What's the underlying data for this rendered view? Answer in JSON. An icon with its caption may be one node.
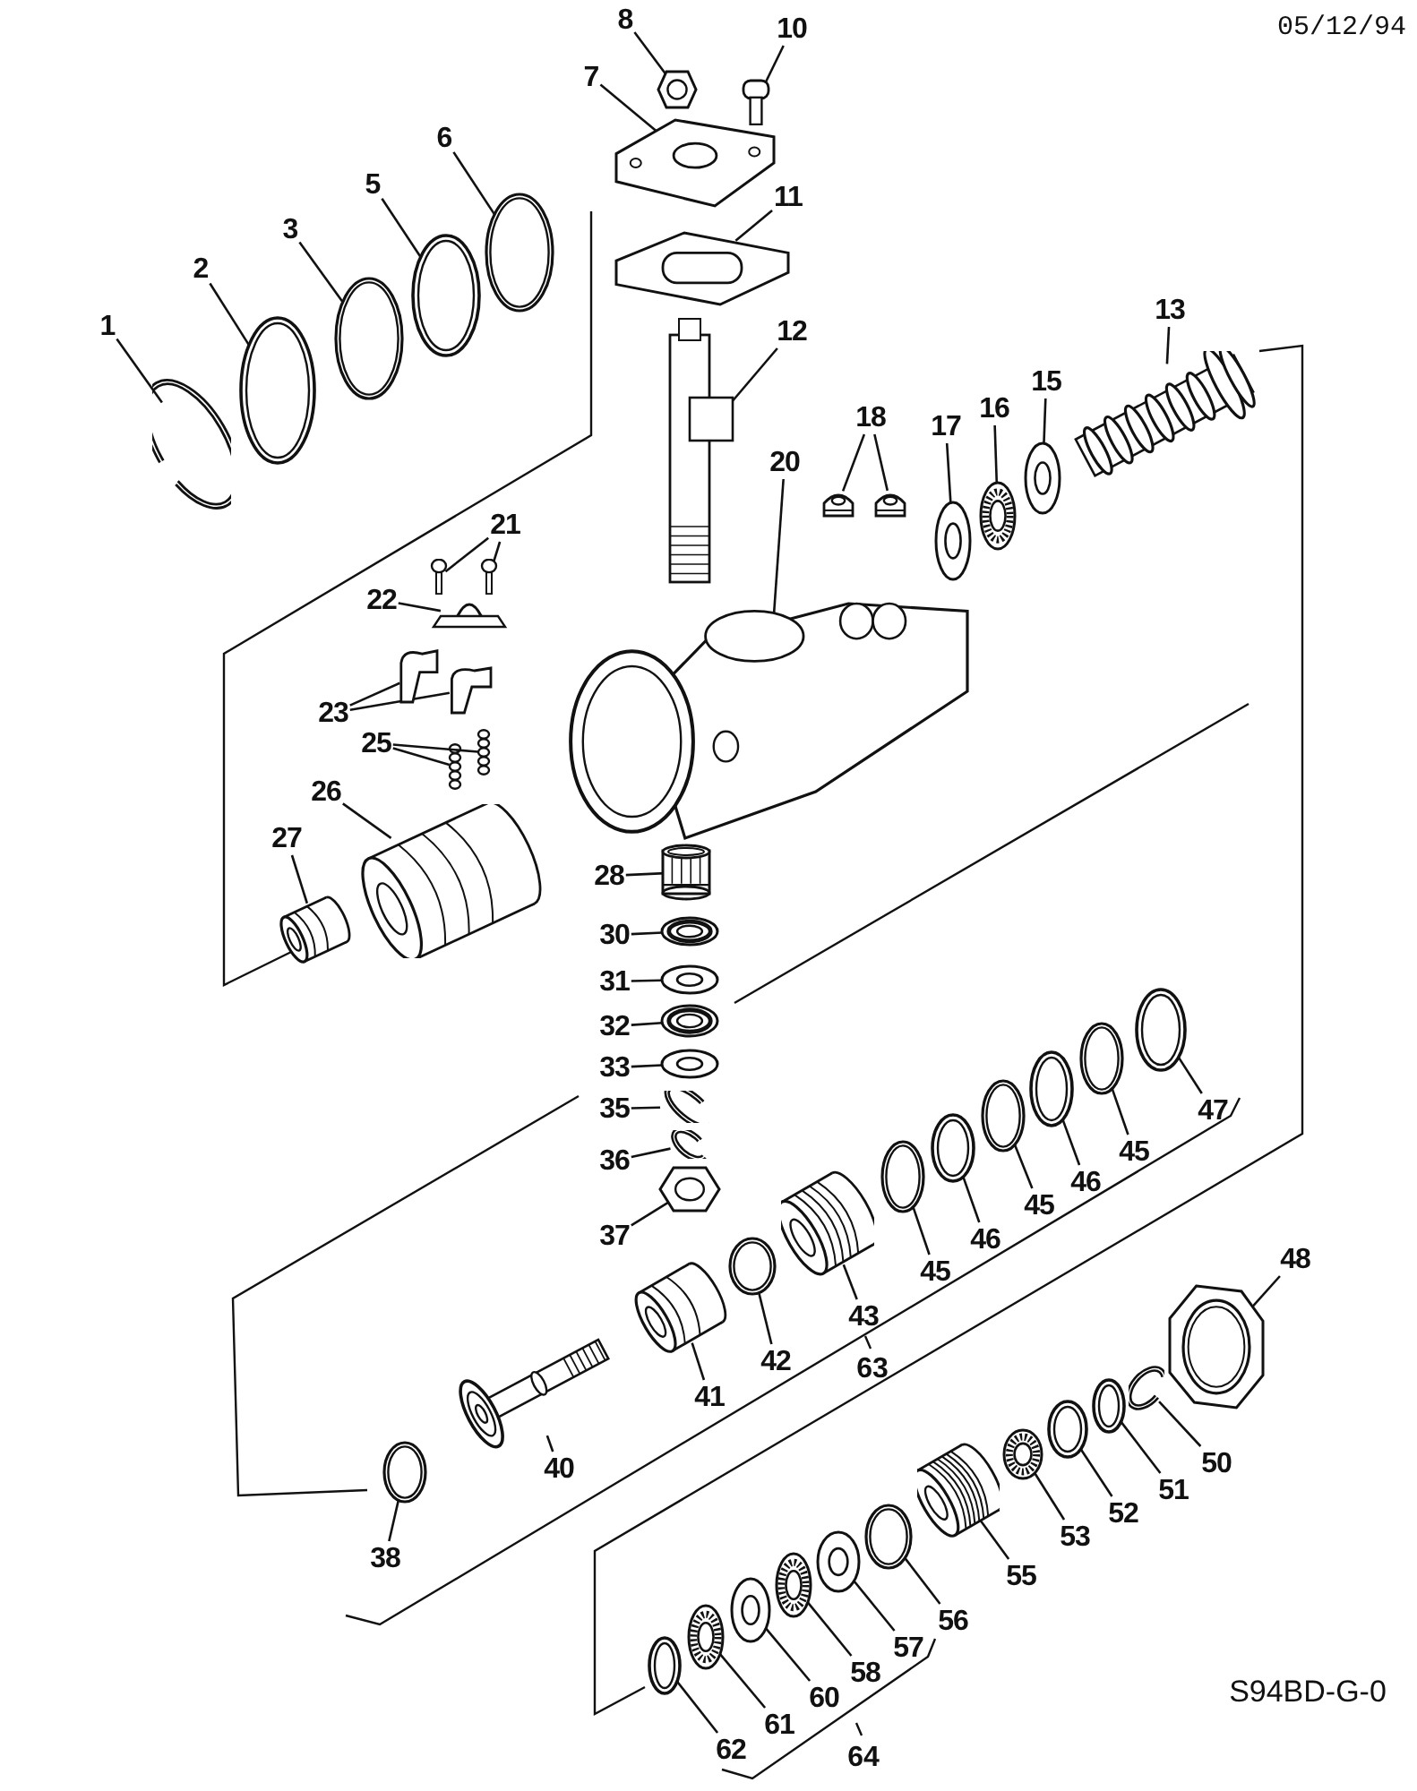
{
  "diagram": {
    "nodes": [
      {
        "text": [
          "1"
        ]
      },
      {
        "text": [],
        "shape": "picture"
      },
      {
        "text": [
          "2"
        ]
      },
      {
        "text": [],
        "shape": "picture"
      },
      {
        "text": [
          "3"
        ]
      },
      {
        "text": [],
        "shape": "picture"
      },
      {
        "text": [
          "5"
        ]
      },
      {
        "text": [],
        "shape": "picture"
      },
      {
        "text": [
          "6"
        ]
      },
      {
        "text": [],
        "shape": "picture"
      },
      {
        "text": [
          "8"
        ]
      },
      {
        "text": [],
        "shape": "picture"
      },
      {
        "text": [
          "10"
        ]
      },
      {
        "text": [],
        "shape": "picture"
      },
      {
        "text": [
          "7"
        ]
      },
      {
        "text": [],
        "shape": "picture"
      },
      {
        "text": [
          "11"
        ]
      },
      {
        "text": [],
        "shape": "picture"
      },
      {
        "text": [
          "12"
        ]
      },
      {
        "text": [],
        "shape": "picture"
      },
      {
        "text": [
          "13"
        ]
      },
      {
        "text": [],
        "shape": "picture"
      },
      {
        "text": [
          "18"
        ]
      },
      {
        "text": [],
        "shape": "picture"
      },
      {
        "text": [],
        "shape": "picture"
      },
      {
        "text": [
          "15"
        ]
      },
      {
        "text": [],
        "shape": "picture"
      },
      {
        "text": [
          "16"
        ]
      },
      {
        "text": [],
        "shape": "picture"
      },
      {
        "text": [
          "17"
        ]
      },
      {
        "text": [],
        "shape": "picture"
      },
      {
        "text": [
          "20"
        ]
      },
      {
        "text": [],
        "shape": "picture"
      },
      {
        "text": [
          "21"
        ]
      },
      {
        "text": [],
        "shape": "picture"
      },
      {
        "text": [],
        "shape": "picture"
      },
      {
        "text": [
          "22"
        ]
      },
      {
        "text": [],
        "shape": "picture"
      },
      {
        "text": [
          "23"
        ]
      },
      {
        "text": [],
        "shape": "picture"
      },
      {
        "text": [],
        "shape": "picture"
      },
      {
        "text": [
          "25"
        ]
      },
      {
        "text": [],
        "shape": "picture"
      },
      {
        "text": [],
        "shape": "picture"
      },
      {
        "text": [
          "26"
        ]
      },
      {
        "text": [],
        "shape": "picture"
      },
      {
        "text": [
          "27"
        ]
      },
      {
        "text": [],
        "shape": "picture"
      },
      {
        "text": [
          "28"
        ]
      },
      {
        "text": [],
        "shape": "picture"
      },
      {
        "text": [
          "30"
        ]
      },
      {
        "text": [],
        "shape": "picture"
      },
      {
        "text": [
          "31"
        ]
      },
      {
        "text": [],
        "shape": "picture"
      },
      {
        "text": [
          "32"
        ]
      },
      {
        "text": [],
        "shape": "picture"
      },
      {
        "text": [
          "33"
        ]
      },
      {
        "text": [],
        "shape": "picture"
      },
      {
        "text": [
          "35"
        ]
      },
      {
        "text": [],
        "shape": "picture"
      },
      {
        "text": [
          "36"
        ]
      },
      {
        "text": [],
        "shape": "picture"
      },
      {
        "text": [
          "37"
        ]
      },
      {
        "text": [],
        "shape": "picture"
      },
      {
        "text": [
          "47"
        ]
      },
      {
        "text": [],
        "shape": "picture"
      },
      {
        "text": [
          "45"
        ]
      },
      {
        "text": [],
        "shape": "picture"
      },
      {
        "text": [
          "46"
        ]
      },
      {
        "text": [],
        "shape": "picture"
      },
      {
        "text": [
          "45"
        ]
      },
      {
        "text": [],
        "shape": "picture"
      },
      {
        "text": [
          "46"
        ]
      },
      {
        "text": [],
        "shape": "picture"
      },
      {
        "text": [
          "45"
        ]
      },
      {
        "text": [],
        "shape": "picture"
      },
      {
        "text": [
          "43"
        ]
      },
      {
        "text": [],
        "shape": "picture"
      },
      {
        "text": [
          "42"
        ]
      },
      {
        "text": [],
        "shape": "picture"
      },
      {
        "text": [
          "41"
        ]
      },
      {
        "text": [],
        "shape": "picture"
      },
      {
        "text": [
          "40"
        ]
      },
      {
        "text": [],
        "shape": "picture"
      },
      {
        "text": [
          "38"
        ]
      },
      {
        "text": [],
        "shape": "picture"
      },
      {
        "text": [
          "48"
        ]
      },
      {
        "text": [],
        "shape": "picture"
      },
      {
        "text": [
          "50"
        ]
      },
      {
        "text": [],
        "shape": "picture"
      },
      {
        "text": [
          "51"
        ]
      },
      {
        "text": [],
        "shape": "picture"
      },
      {
        "text": [
          "52"
        ]
      },
      {
        "text": [],
        "shape": "picture"
      },
      {
        "text": [
          "53"
        ]
      },
      {
        "text": [],
        "shape": "picture"
      },
      {
        "text": [
          "55"
        ]
      },
      {
        "text": [],
        "shape": "picture"
      },
      {
        "text": [
          "56"
        ]
      },
      {
        "text": [],
        "shape": "picture"
      },
      {
        "text": [
          "57"
        ]
      },
      {
        "text": [],
        "shape": "picture"
      },
      {
        "text": [
          "58"
        ]
      },
      {
        "text": [],
        "shape": "picture"
      },
      {
        "text": [
          "60"
        ]
      },
      {
        "text": [],
        "shape": "picture"
      },
      {
        "text": [
          "61"
        ]
      },
      {
        "text": [],
        "shape": "picture"
      },
      {
        "text": [
          "62"
        ]
      },
      {
        "text": [],
        "shape": "picture"
      }
    ],
    "edges": [
      {
        "from": 0,
        "to": 1,
        "arrow": "none"
      },
      {
        "from": 2,
        "to": 3,
        "arrow": "none"
      },
      {
        "from": 4,
        "to": 5,
        "arrow": "none"
      },
      {
        "from": 6,
        "to": 7,
        "arrow": "none"
      },
      {
        "from": 8,
        "to": 9,
        "arrow": "none"
      },
      {
        "from": 10,
        "to": 11,
        "arrow": "none"
      },
      {
        "from": 12,
        "to": 13,
        "arrow": "none"
      },
      {
        "from": 14,
        "to": 15,
        "arrow": "none"
      },
      {
        "from": 16,
        "to": 17,
        "arrow": "none"
      },
      {
        "from": 18,
        "to": 19,
        "arrow": "none"
      },
      {
        "from": 20,
        "to": 21,
        "arrow": "none"
      },
      {
        "from": 22,
        "to": 23,
        "arrow": "none"
      },
      {
        "from": 22,
        "to": 24,
        "arrow": "none"
      },
      {
        "from": 25,
        "to": 26,
        "arrow": "none"
      },
      {
        "from": 27,
        "to": 28,
        "arrow": "none"
      },
      {
        "from": 29,
        "to": 30,
        "arrow": "none"
      },
      {
        "from": 31,
        "to": 32,
        "arrow": "none"
      },
      {
        "from": 33,
        "to": 34,
        "arrow": "none"
      },
      {
        "from": 33,
        "to": 35,
        "arrow": "none"
      },
      {
        "from": 36,
        "to": 37,
        "arrow": "none"
      },
      {
        "from": 38,
        "to": 39,
        "arrow": "none"
      },
      {
        "from": 38,
        "to": 40,
        "arrow": "none"
      },
      {
        "from": 41,
        "to": 42,
        "arrow": "none"
      },
      {
        "from": 41,
        "to": 43,
        "arrow": "none"
      },
      {
        "from": 44,
        "to": 45,
        "arrow": "none"
      },
      {
        "from": 46,
        "to": 47,
        "arrow": "none"
      },
      {
        "from": 48,
        "to": 49,
        "arrow": "none"
      },
      {
        "from": 50,
        "to": 51,
        "arrow": "none"
      },
      {
        "from": 52,
        "to": 53,
        "arrow": "none"
      },
      {
        "from": 54,
        "to": 55,
        "arrow": "none"
      },
      {
        "from": 56,
        "to": 57,
        "arrow": "none"
      },
      {
        "from": 58,
        "to": 59,
        "arrow": "none"
      },
      {
        "from": 60,
        "to": 61,
        "arrow": "none"
      },
      {
        "from": 62,
        "to": 63,
        "arrow": "none"
      },
      {
        "from": 64,
        "to": 65,
        "arrow": "none"
      },
      {
        "from": 66,
        "to": 67,
        "arrow": "none"
      },
      {
        "from": 68,
        "to": 69,
        "arrow": "none"
      },
      {
        "from": 70,
        "to": 71,
        "arrow": "none"
      },
      {
        "from": 72,
        "to": 73,
        "arrow": "none"
      },
      {
        "from": 74,
        "to": 75,
        "arrow": "none"
      },
      {
        "from": 76,
        "to": 77,
        "arrow": "none"
      },
      {
        "from": 78,
        "to": 79,
        "arrow": "none"
      },
      {
        "from": 80,
        "to": 81,
        "arrow": "none"
      },
      {
        "from": 82,
        "to": 83,
        "arrow": "none"
      },
      {
        "from": 84,
        "to": 85,
        "arrow": "none"
      },
      {
        "from": 86,
        "to": 87,
        "arrow": "none"
      },
      {
        "from": 88,
        "to": 89,
        "arrow": "none"
      },
      {
        "from": 90,
        "to": 91,
        "arrow": "none"
      },
      {
        "from": 92,
        "to": 93,
        "arrow": "none"
      },
      {
        "from": 94,
        "to": 95,
        "arrow": "none"
      },
      {
        "from": 96,
        "to": 97,
        "arrow": "none"
      },
      {
        "from": 98,
        "to": 99,
        "arrow": "none"
      },
      {
        "from": 100,
        "to": 101,
        "arrow": "none"
      },
      {
        "from": 102,
        "to": 103,
        "arrow": "none"
      },
      {
        "from": 104,
        "to": 105,
        "arrow": "none"
      },
      {
        "from": 106,
        "to": 107,
        "arrow": "none"
      },
      {
        "from": 108,
        "to": 109,
        "arrow": "none"
      }
    ],
    "labels": [
      "05/12/94",
      "63",
      "64",
      "S94BD-G-0"
    ]
  }
}
